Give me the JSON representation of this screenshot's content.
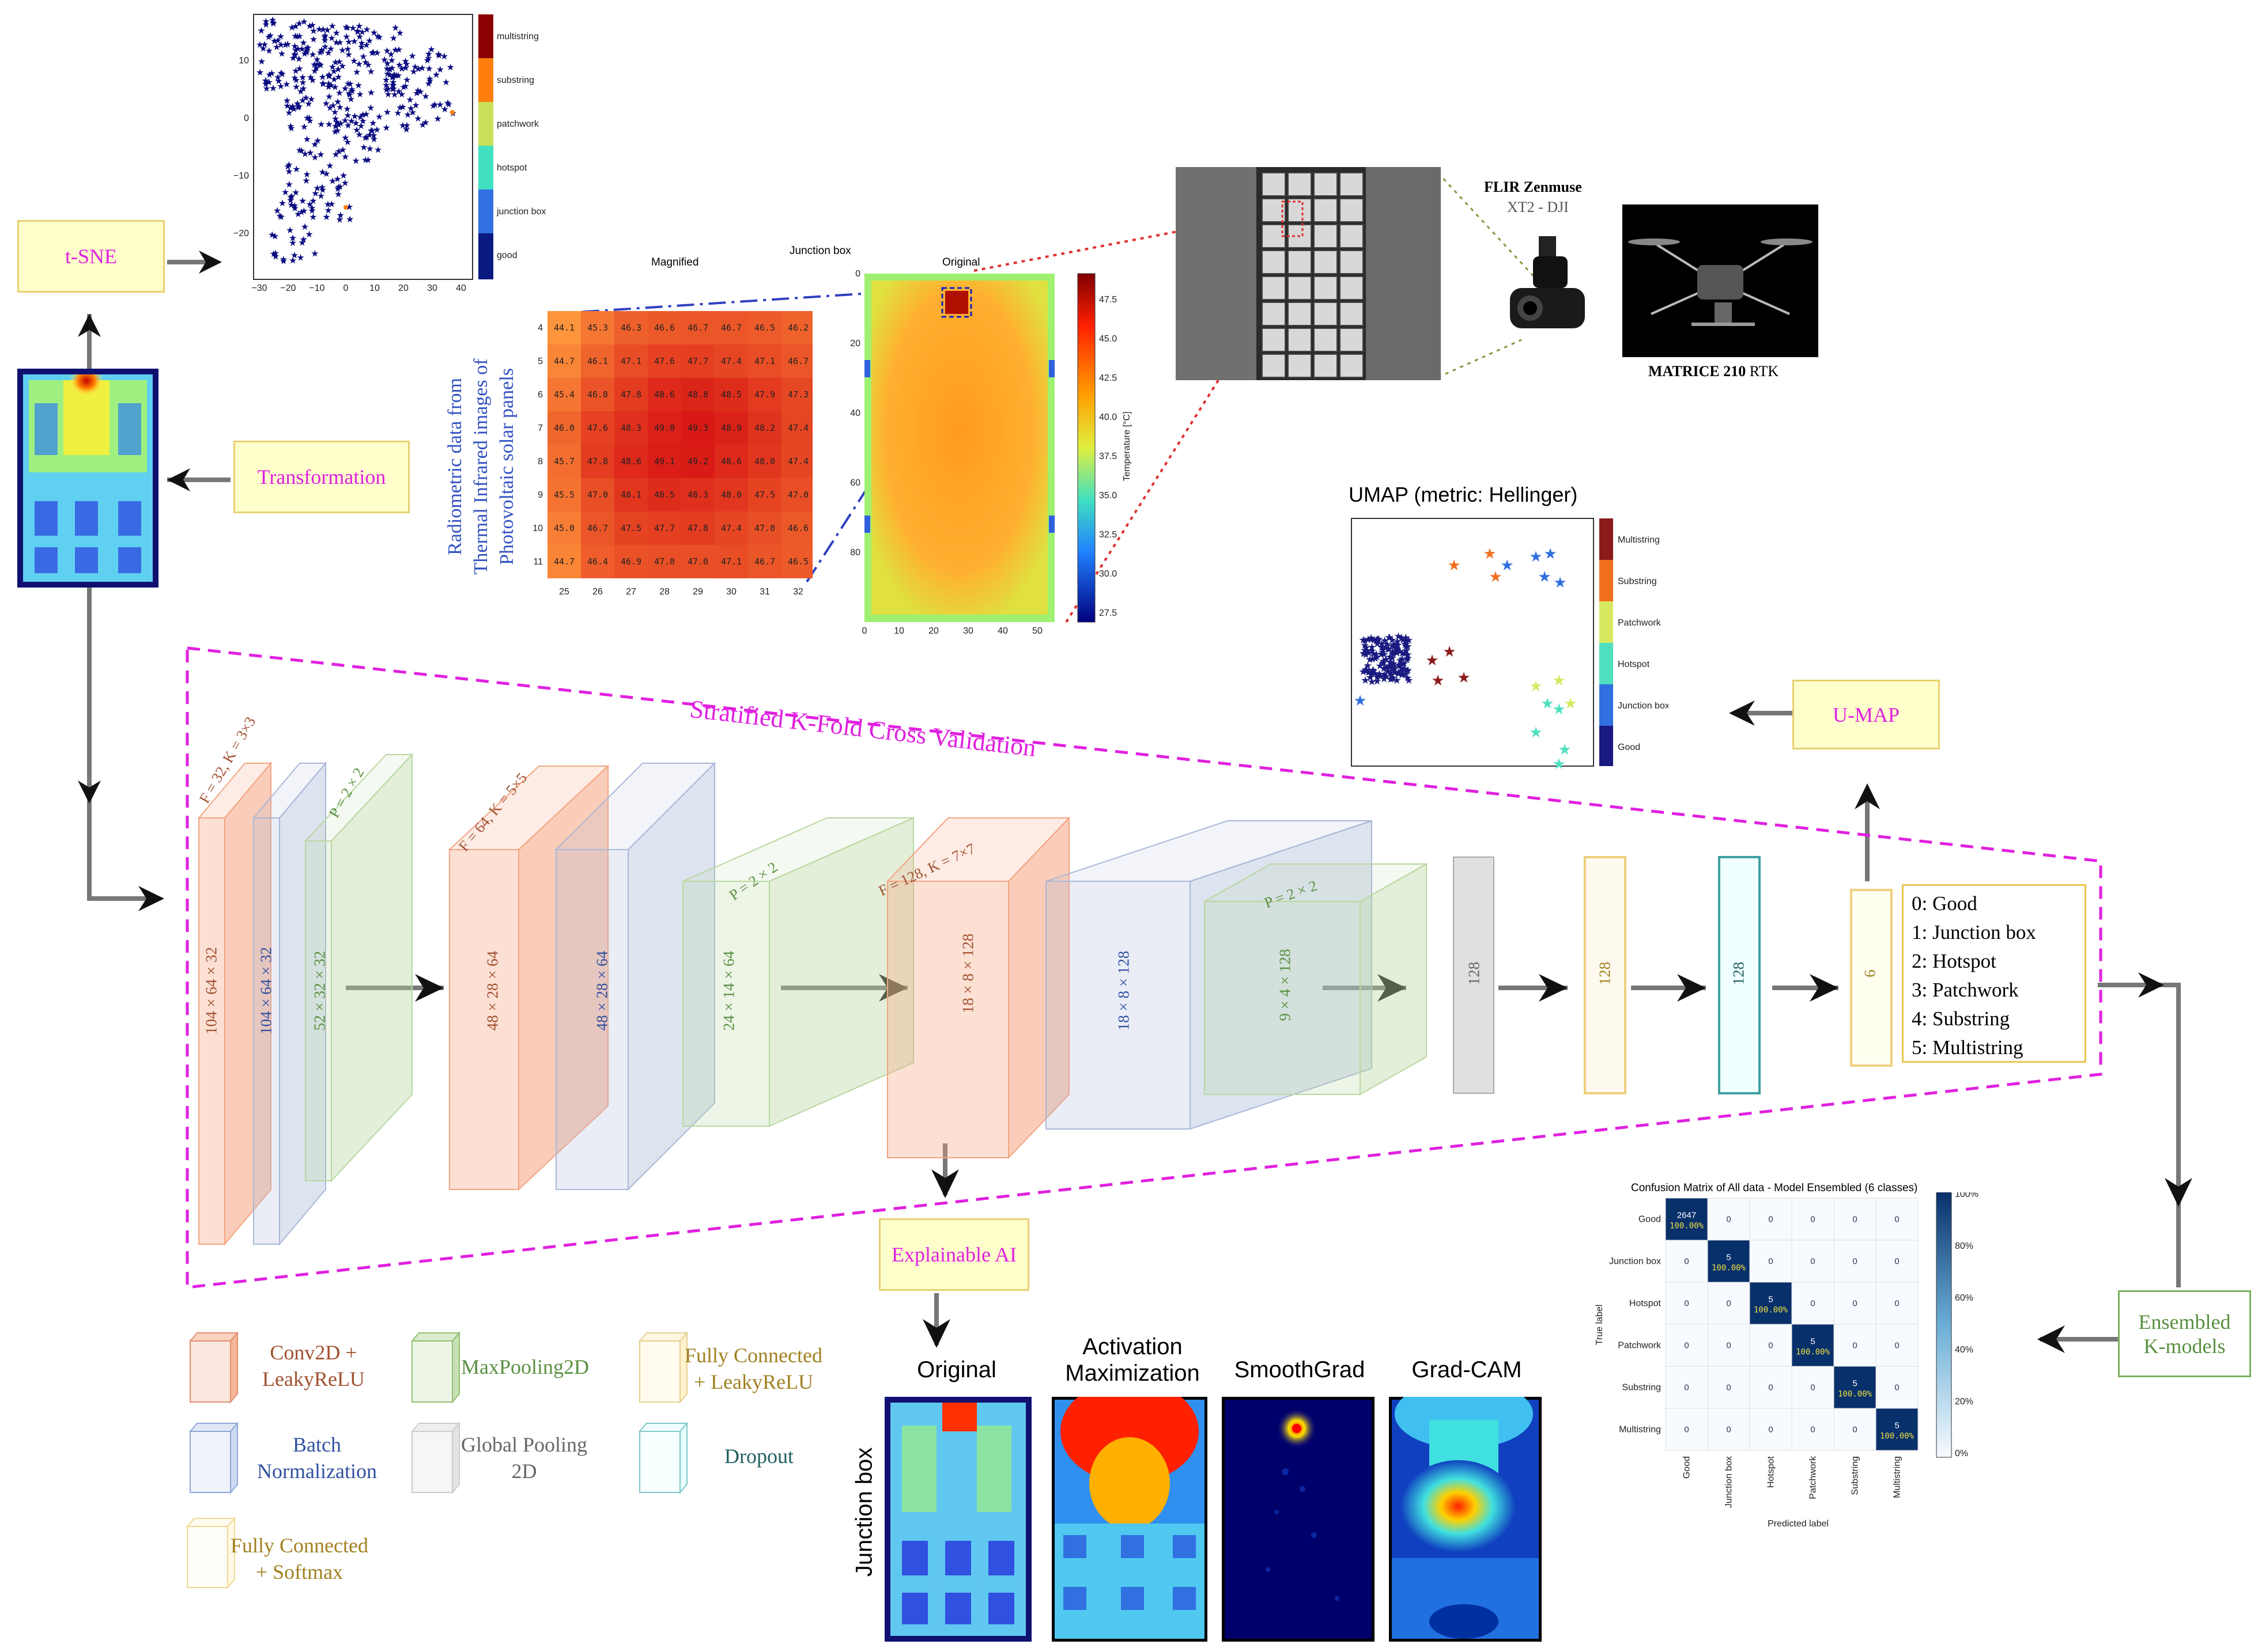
{
  "tsne": {
    "label": "t-SNE",
    "xticks": [
      "−30",
      "−20",
      "−10",
      "0",
      "10",
      "20",
      "30",
      "40"
    ],
    "yticks": [
      "10",
      "0",
      "−10",
      "−20"
    ],
    "classes": [
      "multistring",
      "substring",
      "patchwork",
      "hotspot",
      "junction box",
      "good"
    ]
  },
  "transformation": {
    "label": "Transformation"
  },
  "heatmap": {
    "title_magnified": "Magnified",
    "title_junction": "Junction box",
    "title_original": "Original",
    "col_ticks": [
      "25",
      "26",
      "27",
      "28",
      "29",
      "30",
      "31",
      "32"
    ],
    "row_ticks": [
      "4",
      "5",
      "6",
      "7",
      "8",
      "9",
      "10",
      "11"
    ],
    "values": [
      [
        "44.1",
        "45.3",
        "46.3",
        "46.6",
        "46.7",
        "46.7",
        "46.5",
        "46.2"
      ],
      [
        "44.7",
        "46.1",
        "47.1",
        "47.6",
        "47.7",
        "47.4",
        "47.1",
        "46.7"
      ],
      [
        "45.4",
        "46.8",
        "47.8",
        "48.6",
        "48.8",
        "48.5",
        "47.9",
        "47.3"
      ],
      [
        "46.0",
        "47.6",
        "48.3",
        "49.0",
        "49.3",
        "48.9",
        "48.2",
        "47.4"
      ],
      [
        "45.7",
        "47.8",
        "48.6",
        "49.1",
        "49.2",
        "48.6",
        "48.0",
        "47.4"
      ],
      [
        "45.5",
        "47.0",
        "48.1",
        "48.5",
        "48.3",
        "48.0",
        "47.5",
        "47.0"
      ],
      [
        "45.0",
        "46.7",
        "47.5",
        "47.7",
        "47.8",
        "47.4",
        "47.0",
        "46.6"
      ],
      [
        "44.7",
        "46.4",
        "46.9",
        "47.0",
        "47.0",
        "47.1",
        "46.7",
        "46.5"
      ]
    ],
    "orig_xticks": [
      "0",
      "10",
      "20",
      "30",
      "40",
      "50"
    ],
    "orig_yticks": [
      "0",
      "20",
      "40",
      "60",
      "80"
    ],
    "colorbar_ticks": [
      "47.5",
      "45.0",
      "42.5",
      "40.0",
      "37.5",
      "35.0",
      "32.5",
      "30.0",
      "27.5"
    ],
    "colorbar_label": "Temperature [°C]",
    "side_label": [
      "Radiometric data from",
      "Thermal Infrared images of",
      "Photovoltaic solar panels"
    ]
  },
  "drone": {
    "camera_title": "FLIR Zenmuse",
    "camera_sub": "XT2 - DJI",
    "drone_name": "MATRICE 210",
    "drone_sub": "RTK"
  },
  "umap": {
    "title": "UMAP (metric: Hellinger)",
    "classes": [
      "Multistring",
      "Substring",
      "Patchwork",
      "Hotspot",
      "Junction box",
      "Good"
    ],
    "label_box": "U-MAP"
  },
  "cnn": {
    "kfold_label": "Stratified K-Fold Cross Validation",
    "block1": {
      "conv_param": "F = 32, K = 3×3",
      "pool_param": "P = 2 × 2",
      "conv_dims": "104 × 64 × 32",
      "bn_dims": "104 × 64 × 32",
      "pool_dims": "52 × 32 × 32"
    },
    "block2": {
      "conv_param": "F = 64, K = 5×5",
      "pool_param": "P = 2 × 2",
      "conv_dims": "48 × 28 × 64",
      "bn_dims": "48 × 28 × 64",
      "pool_dims": "24 × 14 × 64"
    },
    "block3": {
      "conv_param": "F = 128, K = 7×7",
      "pool_param": "P = 2 × 2",
      "conv_dims": "18 × 8 × 128",
      "bn_dims": "18 × 8 × 128",
      "pool_dims": "9 × 4 × 128"
    },
    "gap_dim": "128",
    "fc_dim": "128",
    "dropout_dim": "128",
    "out_dim": "6",
    "classes": [
      "0: Good",
      "1: Junction box",
      "2: Hotspot",
      "3: Patchwork",
      "4: Substring",
      "5: Multistring"
    ]
  },
  "legend": {
    "conv": [
      "Conv2D +",
      "LeakyReLU"
    ],
    "maxpool": "MaxPooling2D",
    "fc_relu": [
      "Fully Connected",
      "+ LeakyReLU"
    ],
    "bn": [
      "Batch",
      "Normalization"
    ],
    "gap": [
      "Global Pooling",
      "2D"
    ],
    "dropout": "Dropout",
    "fc_soft": [
      "Fully Connected",
      "+ Softmax"
    ]
  },
  "xai": {
    "label": "Explainable AI",
    "row_label": "Junction box",
    "titles": {
      "original": "Original",
      "activation": [
        "Activation",
        "Maximization"
      ],
      "smoothgrad": "SmoothGrad",
      "gradcam": "Grad-CAM"
    }
  },
  "confusion": {
    "title": "Confusion Matrix of All data - Model Ensembled (6 classes)",
    "labels": [
      "Good",
      "Junction box",
      "Hotspot",
      "Patchwork",
      "Substring",
      "Multistring"
    ],
    "diag_counts": [
      "2647",
      "5",
      "5",
      "5",
      "5",
      "5"
    ],
    "diag_pct": "100.00%",
    "zero": "0",
    "xlabel": "Predicted label",
    "ylabel": "True label",
    "cbar_ticks": [
      "100%",
      "80%",
      "60%",
      "40%",
      "20%",
      "0%"
    ]
  },
  "ensemble": {
    "label": [
      "Ensembled",
      "K-models"
    ]
  },
  "colors": {
    "conv": "#f4a582",
    "bn": "#aab8d8",
    "pool": "#b8d8a0",
    "gap": "#cccccc",
    "fc": "#f0d080",
    "dropout": "#60c0b0",
    "magenta": "#e020e0",
    "box_fill": "#ffffcc"
  }
}
